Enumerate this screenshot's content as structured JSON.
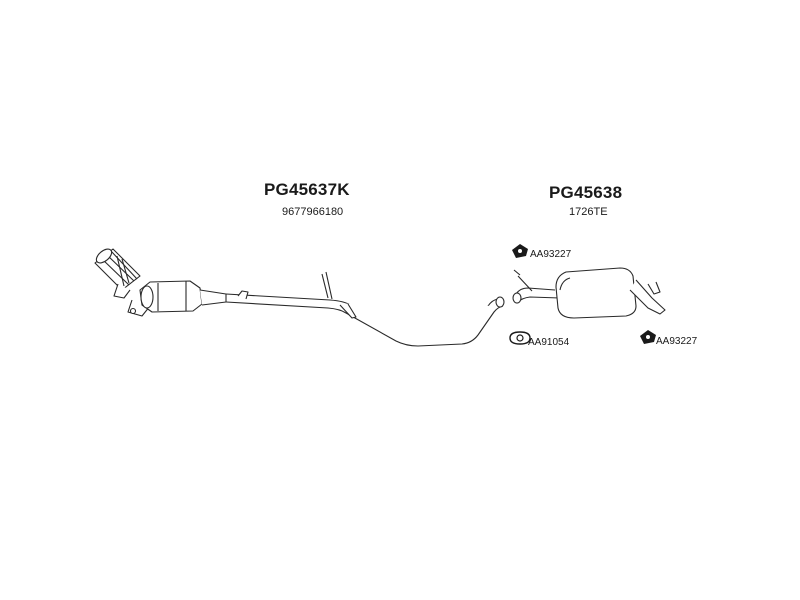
{
  "parts": [
    {
      "code": "PG45637K",
      "oem": "9677966180"
    },
    {
      "code": "PG45638",
      "oem": "1726TE"
    }
  ],
  "accessories": [
    {
      "code": "AA93227"
    },
    {
      "code": "AA91054"
    },
    {
      "code": "AA93227"
    }
  ],
  "colors": {
    "line": "#2a2a2a",
    "fill": "#ffffff",
    "dark": "#1a1a1a"
  }
}
